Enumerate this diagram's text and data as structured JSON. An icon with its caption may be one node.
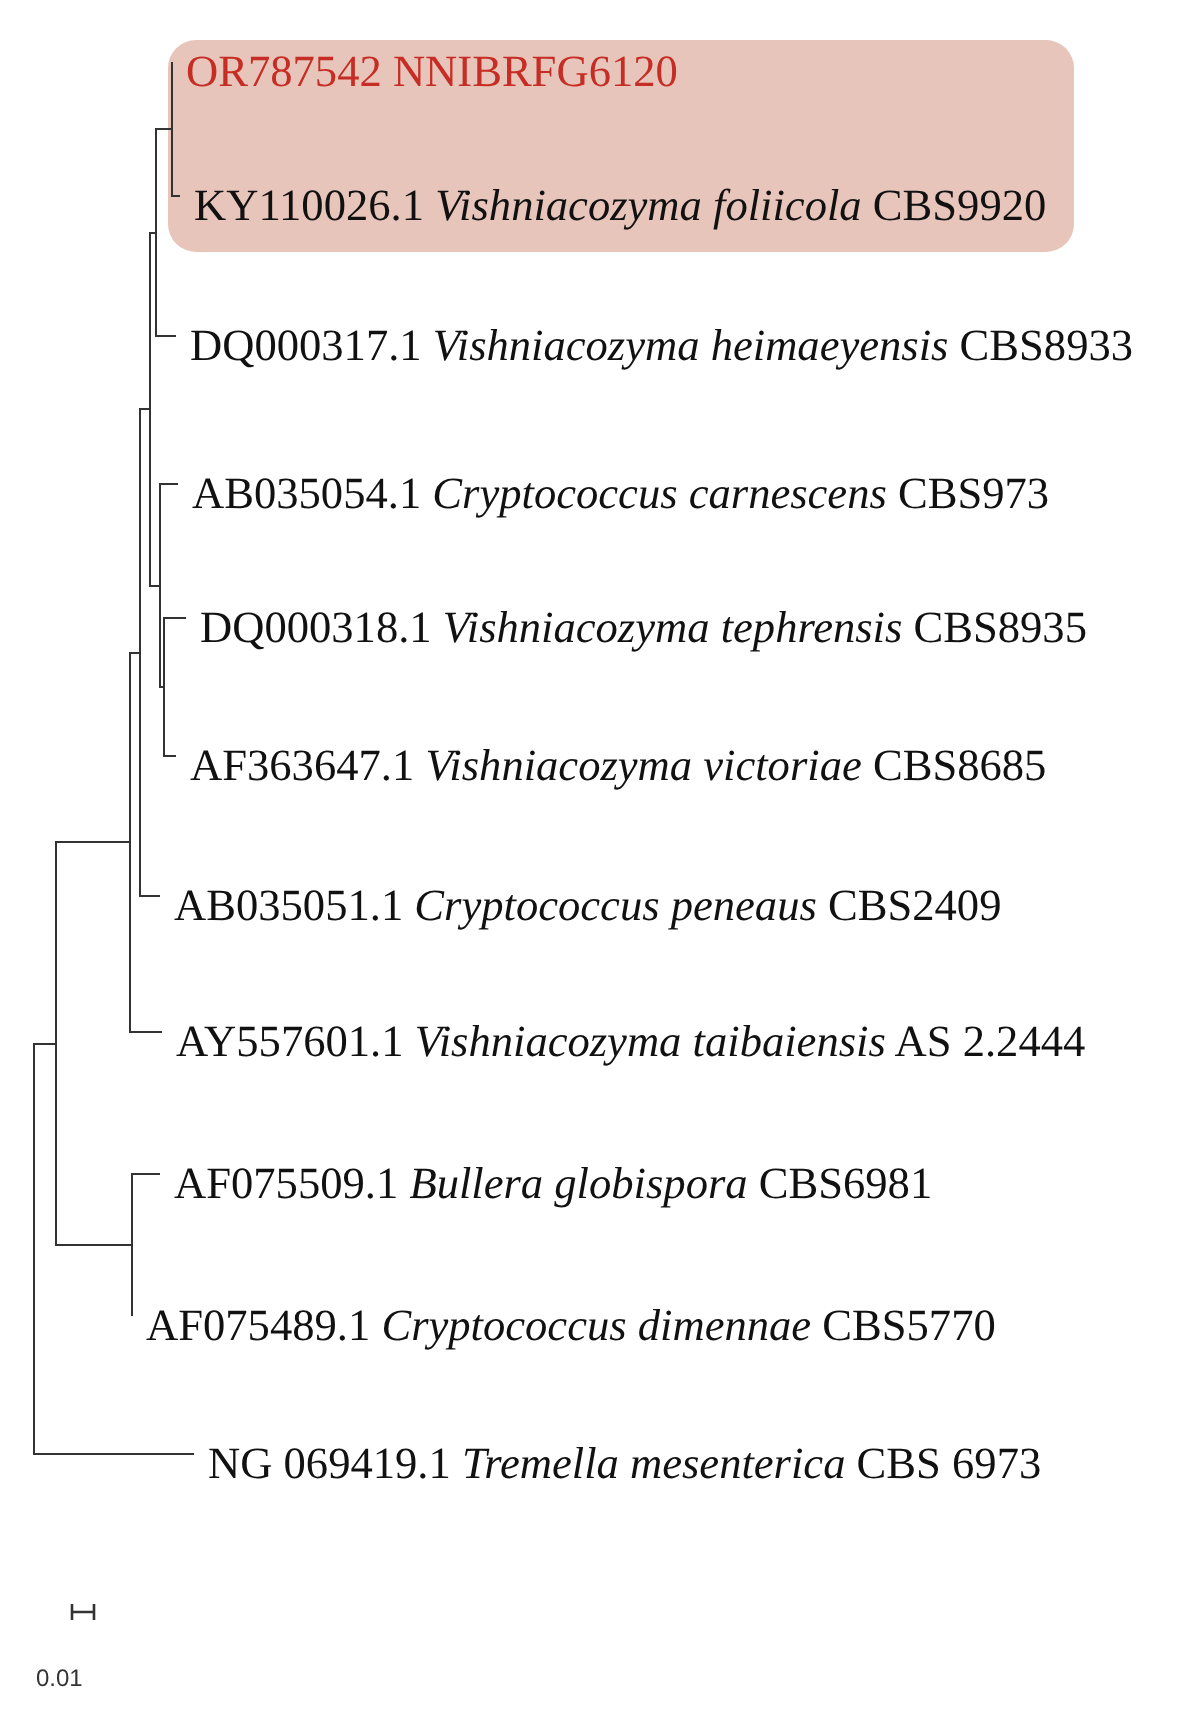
{
  "diagram": {
    "nodes": [
      {
        "text": [],
        "shape": "box"
      },
      {
        "text": [
          "OR787542 NNIBRFG6120"
        ],
        "in": 0
      },
      {
        "text": [
          "KY110026.1 *Vishniacozyma foliicola* CBS9920"
        ],
        "in": 0
      },
      {
        "text": [
          "DQ000317.1 *Vishniacozyma heimaeyensis* CBS8933"
        ]
      },
      {
        "text": [
          "AB035054.1 *Cryptococcus carnescens* CBS973"
        ]
      },
      {
        "text": [
          "DQ000318.1 *Vishniacozyma tephrensis* CBS8935"
        ]
      },
      {
        "text": [
          "AF363647.1 *Vishniacozyma victoriae* CBS8685"
        ]
      },
      {
        "text": [
          "AB035051.1 *Cryptococcus peneaus* CBS2409"
        ]
      },
      {
        "text": [
          "AY557601.1 *Vishniacozyma taibaiensis* AS 2.2444"
        ]
      },
      {
        "text": [
          "AF075509.1 *Bullera globispora* CBS6981"
        ]
      },
      {
        "text": [
          "AF075489.1 *Cryptococcus dimennae* CBS5770"
        ]
      },
      {
        "text": [
          "NG 069419.1 *Tremella mesenterica* CBS 6973"
        ]
      }
    ],
    "edges": [
      {
        "from": null,
        "to": 1,
        "arrow": "none"
      },
      {
        "from": null,
        "to": 2,
        "arrow": "none"
      },
      {
        "from": null,
        "to": 3,
        "arrow": "none"
      },
      {
        "from": null,
        "to": 4,
        "arrow": "none"
      },
      {
        "from": null,
        "to": 5,
        "arrow": "none"
      },
      {
        "from": null,
        "to": 6,
        "arrow": "none"
      },
      {
        "from": null,
        "to": 7,
        "arrow": "none"
      },
      {
        "from": null,
        "to": 8,
        "arrow": "none"
      },
      {
        "from": null,
        "to": 9,
        "arrow": "none"
      },
      {
        "from": null,
        "to": 10,
        "arrow": "none"
      },
      {
        "from": null,
        "to": 11,
        "arrow": "none"
      }
    ],
    "labels": [
      "0.01"
    ]
  }
}
